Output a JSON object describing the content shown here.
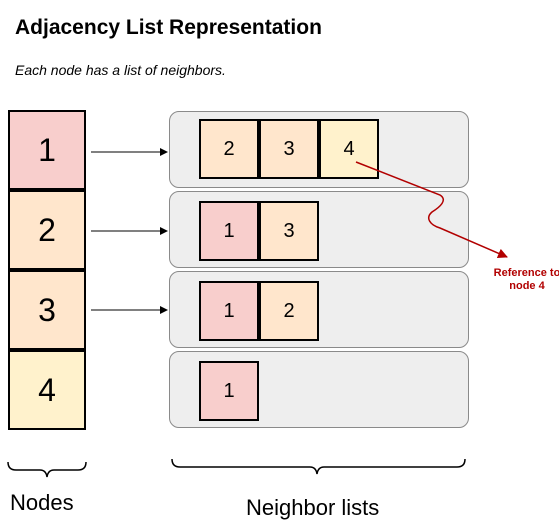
{
  "header": {
    "title": "Adjacency List Representation",
    "subtitle": "Each node has a list of neighbors."
  },
  "colors": {
    "node_1": "#f8cecc",
    "node_2": "#ffe6cc",
    "node_3": "#ffe6cc",
    "node_4": "#fff2cc",
    "neighbor_1": "#f8cecc",
    "neighbor_2": "#ffe6cc",
    "neighbor_3": "#ffe6cc",
    "neighbor_4": "#fff2cc",
    "reference_arrow": "#b20000"
  },
  "nodes": [
    {
      "label": "1",
      "neighbors": [
        "2",
        "3",
        "4"
      ]
    },
    {
      "label": "2",
      "neighbors": [
        "1",
        "3"
      ]
    },
    {
      "label": "3",
      "neighbors": [
        "1",
        "2"
      ]
    },
    {
      "label": "4",
      "neighbors": [
        "1"
      ]
    }
  ],
  "annotation": {
    "reference_label": "Reference to node 4"
  },
  "captions": {
    "nodes": "Nodes",
    "neighbor_lists": "Neighbor lists"
  }
}
